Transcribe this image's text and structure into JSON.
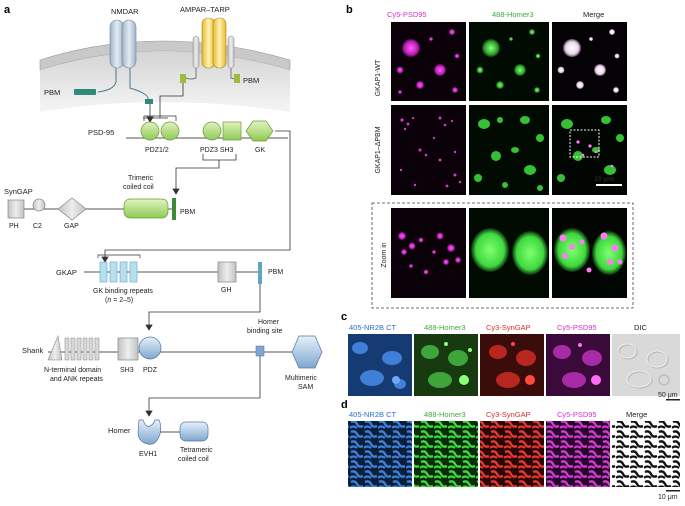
{
  "panel_a": {
    "letter": "a",
    "membrane": {
      "nmdar": "NMDAR",
      "ampar": "AMPAR–TARP",
      "pbm_left": "PBM",
      "pbm_right": "PBM"
    },
    "psd95": {
      "name": "PSD-95",
      "pdz12": "PDZ1/2",
      "pdz3_sh3": "PDZ3  SH3",
      "gk": "GK"
    },
    "syngap": {
      "name": "SynGAP",
      "ph": "PH",
      "c2": "C2",
      "gap": "GAP",
      "coil": "Trimeric\ncoiled coil",
      "coil_l1": "Trimeric",
      "coil_l2": "coiled coil",
      "pbm": "PBM"
    },
    "gkap": {
      "name": "GKAP",
      "repeats": "GK binding repeats",
      "n_note": "(n = 2–5)",
      "n_open": "(",
      "n_var": "n",
      "n_rest": " = 2–5)",
      "gh": "GH",
      "pbm": "PBM"
    },
    "shank": {
      "name": "Shank",
      "ank_l1": "N-terminal domain",
      "ank_l2": "and ANK repeats",
      "sh3": "SH3",
      "pdz": "PDZ",
      "homer_site_l1": "Homer",
      "homer_site_l2": "binding site",
      "sam_l1": "Multimeric",
      "sam_l2": "SAM"
    },
    "homer": {
      "name": "Homer",
      "evh1": "EVH1",
      "coil_l1": "Tetrameric",
      "coil_l2": "coiled coil"
    }
  },
  "panel_b": {
    "letter": "b",
    "col_headers": [
      "Cy5-PSD95",
      "488-Homer3",
      "Merge"
    ],
    "row_labels": [
      "GKAP1-WT",
      "GKAP1–ΔPBM",
      "Zoom in"
    ],
    "scale_bar": "10 μm"
  },
  "panel_c": {
    "letter": "c",
    "col_headers": [
      "405-NR2B CT",
      "488-Homer3",
      "Cy3-SynGAP",
      "Cy5-PSD95",
      "DIC"
    ],
    "scale_bar": "50 μm"
  },
  "panel_d": {
    "letter": "d",
    "col_headers": [
      "405-NR2B CT",
      "488-Homer3",
      "Cy3-SynGAP",
      "Cy5-PSD95",
      "Merge"
    ],
    "scale_bar": "10 μm"
  },
  "colors": {
    "magenta": "#d62fd0",
    "green": "#3fc63f",
    "blue": "#3a78c9",
    "red": "#d8302a",
    "psd_green": "#c5e29a",
    "gkap_blue": "#a9d8ea"
  }
}
